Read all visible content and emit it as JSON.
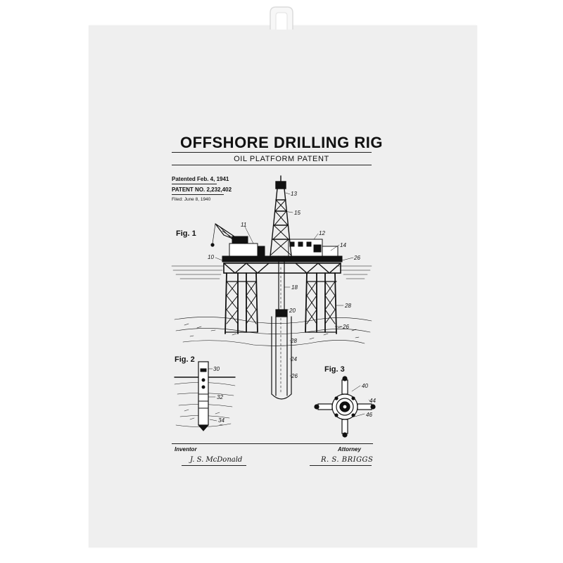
{
  "poster": {
    "title": "OFFSHORE DRILLING RIG",
    "subtitle": "OIL PLATFORM PATENT",
    "patented": "Patented Feb. 4, 1941",
    "patent_no": "PATENT NO. 2,232,402",
    "filed": "Filed: June 8, 1940",
    "fig1": "Fig. 1",
    "fig2": "Fig. 2",
    "fig3": "Fig. 3",
    "inventor_label": "Inventor",
    "inventor_sign": "J. S. McDonald",
    "attorney_label": "Attorney",
    "attorney_sign": "R. S. BRIGGS"
  },
  "callouts": {
    "n13": "13",
    "n15": "15",
    "n11": "11",
    "n12": "12",
    "n14": "14",
    "n10": "10",
    "n26a": "26",
    "n18": "18",
    "n20": "20",
    "n28a": "28",
    "n26b": "26",
    "n28b": "28",
    "n24": "24",
    "n26c": "26",
    "n30": "30",
    "n32": "32",
    "n34": "34",
    "n40": "40",
    "n44": "44",
    "n46": "46"
  },
  "colors": {
    "ink": "#111111",
    "towel": "#efefef",
    "background": "#ffffff"
  }
}
